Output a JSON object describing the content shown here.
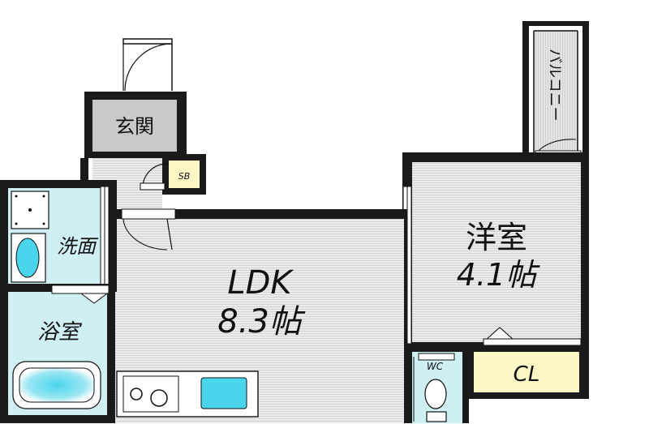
{
  "rooms": {
    "genkan": "玄関",
    "sb": "SB",
    "balcony": "バルコニー",
    "youshitsu": "洋室",
    "youshitsu_size": "4.1帖",
    "ldk": "LDK",
    "ldk_size": "8.3帖",
    "senmen": "洗面",
    "yokushitsu": "浴室",
    "wc": "WC",
    "cl": "CL"
  },
  "colors": {
    "wall": "#1a1a1a",
    "floor_gray": "#e9e9e9",
    "genkan_floor": "#c9c9c9",
    "wet_area": "#cfeff3",
    "fixture_cyan": "#49d6ec",
    "closet_yellow": "#fbf6c4"
  }
}
